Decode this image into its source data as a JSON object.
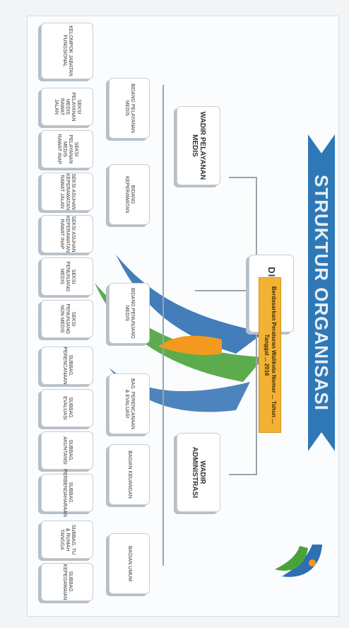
{
  "title": "STRUKTUR ORGANISASI",
  "direktur": "DIREKTUR",
  "notice": "Berdasarkan Peraturan Walikota Nomor ... Tahun ... Tanggal ... 2016",
  "wadir_pelayanan": "WADIR PELAYANAN MEDIS",
  "wadir_administrasi": "WADIR ADMINISTRASI",
  "bidang": [
    "BIDANG PELAYANAN MEDIS",
    "BIDANG KEPERAWATAN",
    "BIDANG PENUNJANG MEDIS",
    "BAG. PERENCANAAN & EVALUASI",
    "BAGIAN KEUANGAN",
    "BAGIAN UMUM"
  ],
  "kelompok": "KELOMPOK JABATAN FUNGSIONAL",
  "seksi": [
    "SEKSI PELAYANAN MEDIS RAWAT JALAN",
    "SEKSI PELAYANAN MEDIS RAWAT INAP",
    "SEKSI ASUHAN KEPERAWATAN RAWAT JALAN",
    "SEKSI ASUHAN KEPERAWATAN RAWAT INAP",
    "SEKSI PENUNJANG MEDIS",
    "SEKSI PENUNJANG NON MEDIS",
    "SUBBAG. PERENCANAAN",
    "SUBBAG. EVALUASI",
    "SUBBAG. AKUNTANSI",
    "SUBBAG. PERBENDAHARAAN",
    "SUBBAG. TU & RUMAH TANGGA",
    "SUBBAG. KEPEGAWAIAN"
  ],
  "colors": {
    "banner": "#2f78b7",
    "notice": "#f2b233",
    "swoosh_blue": "#2f6fb2",
    "swoosh_green": "#4aa33a",
    "swoosh_orange": "#f39a1e"
  },
  "logo_icon": "hospital-swoosh-logo"
}
